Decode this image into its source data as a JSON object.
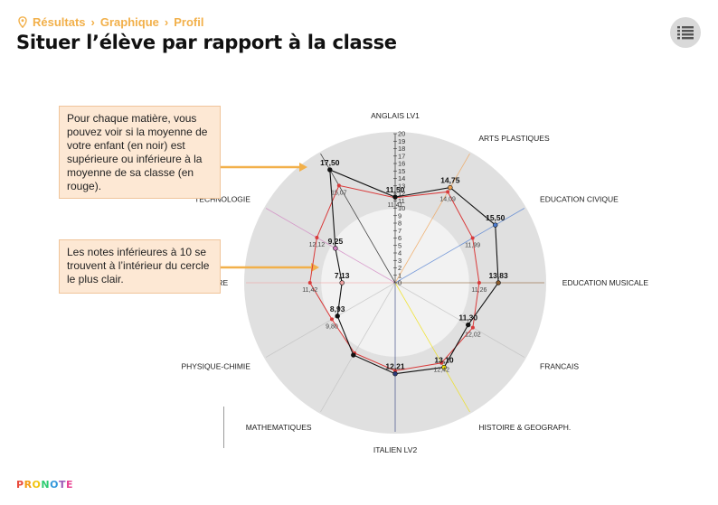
{
  "breadcrumb": {
    "items": [
      "Résultats",
      "Graphique",
      "Profil"
    ],
    "separator": "›"
  },
  "page_title": "Situer l’élève par rapport à la classe",
  "menu_button": {
    "icon": "list-menu-icon"
  },
  "info_boxes": [
    "Pour chaque matière, vous pouvez voir si la moyenne de votre enfant (en noir) est supérieure ou inférieure à la moyenne de sa classe (en rouge).",
    "Les notes inférieures à 10 se trouvent à l’intérieur du cercle le plus clair."
  ],
  "logo": "PRONOTE",
  "colors": {
    "breadcrumb": "#f2b04a",
    "student": "#111111",
    "class": "#d93a3a",
    "outer_circle": "#e0e0e0",
    "inner_circle": "#f2f2f2",
    "box_bg": "#fde8d4",
    "box_border": "#f0c49a",
    "arrow": "#f2b04a"
  },
  "chart_data": {
    "type": "radar",
    "scale_max": 20,
    "scale_ticks": [
      0,
      1,
      2,
      3,
      4,
      5,
      6,
      7,
      8,
      9,
      10,
      11,
      12,
      13,
      14,
      15,
      16,
      17,
      18,
      19,
      20
    ],
    "inner_circle_value": 10,
    "grid": true,
    "axes": [
      {
        "name": "ANGLAIS LV1",
        "student": 11.5,
        "student_label": "11,50",
        "class": 11.41,
        "class_label": "11,41",
        "color": "#111111"
      },
      {
        "name": "ARTS PLASTIQUES",
        "student": 14.75,
        "student_label": "14,75",
        "class": 14.09,
        "class_label": "14,09",
        "color": "#f0a050"
      },
      {
        "name": "EDUCATION CIVIQUE",
        "student": 15.5,
        "student_label": "15,50",
        "class": 11.99,
        "class_label": "11,99",
        "color": "#4a7bd0"
      },
      {
        "name": "EDUCATION MUSICALE",
        "student": 13.83,
        "student_label": "13,83",
        "class": 11.26,
        "class_label": "11,26",
        "color": "#8b5a2b"
      },
      {
        "name": "FRANCAIS",
        "student": 11.3,
        "student_label": "11,30",
        "class": 12.02,
        "class_label": "12,02",
        "color": "#c0c0c0"
      },
      {
        "name": "HISTOIRE & GEOGRAPH.",
        "student": 13.1,
        "student_label": "13,10",
        "class": 12.42,
        "class_label": "12,42",
        "color": "#f0e000"
      },
      {
        "name": "ITALIEN LV2",
        "student": 12.21,
        "student_label": "12,21",
        "class": 11.8,
        "class_label": "",
        "color": "#2a3a7a"
      },
      {
        "name": "MATHEMATIQUES",
        "student": 11.2,
        "student_label": "",
        "class": 10.9,
        "class_label": "",
        "color": "#c0c0c0"
      },
      {
        "name": "PHYSIQUE-CHIMIE",
        "student": 8.93,
        "student_label": "8,93",
        "class": 9.8,
        "class_label": "9,80",
        "color": "#c0c0c0"
      },
      {
        "name": "SCIENCES VIE & TERRE",
        "student": 7.13,
        "student_label": "7,13",
        "class": 11.42,
        "class_label": "11,42",
        "color": "#f0a0a0"
      },
      {
        "name": "TECHNOLOGIE",
        "student": 9.25,
        "student_label": "9,25",
        "class": 12.12,
        "class_label": "12,12",
        "color": "#d080c0"
      },
      {
        "name": "",
        "student": 17.5,
        "student_label": "17,50",
        "class": 15.07,
        "class_label": "15,07",
        "color": "#111111"
      }
    ]
  }
}
